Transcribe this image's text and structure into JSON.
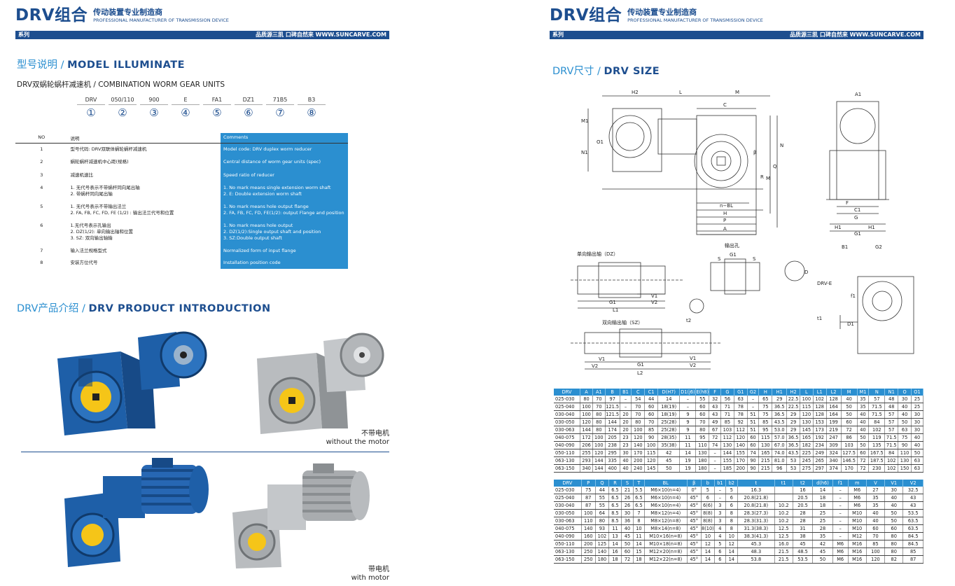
{
  "brand": {
    "logo_text": "DRV组合",
    "tagline_cn": "传动装置专业制造商",
    "tagline_en": "PROFESSIONAL MANUFACTURER OF TRANSMISSION DEVICE"
  },
  "band": {
    "series_label": "系列",
    "slogan": "品质源三凯 口碑自然来  WWW.SUNCARVE.COM"
  },
  "colors": {
    "brand_blue": "#1d4e8f",
    "accent_blue": "#2b8fd0"
  },
  "left": {
    "model_title_cn": "型号说明 / ",
    "model_title_en": "MODEL ILLUMINATE",
    "model_subtitle": "DRV双蜗轮蜗杆减速机 / COMBINATION WORM GEAR UNITS",
    "model_codes": [
      {
        "code": "DRV",
        "num": "①"
      },
      {
        "code": "050/110",
        "num": "②"
      },
      {
        "code": "900",
        "num": "③"
      },
      {
        "code": "E",
        "num": "④"
      },
      {
        "code": "FA1",
        "num": "⑤"
      },
      {
        "code": "DZ1",
        "num": "⑥"
      },
      {
        "code": "71B5",
        "num": "⑦"
      },
      {
        "code": "B3",
        "num": "⑧"
      }
    ],
    "model_table": {
      "headers": {
        "no": "NO",
        "cn": "说明",
        "en": "Comments"
      },
      "rows": [
        {
          "no": "1",
          "cn": [
            "型号代码: DRV双联体蜗轮蜗杆减速机"
          ],
          "en": [
            "Model code: DRV duplex worm reducer"
          ]
        },
        {
          "no": "2",
          "cn": [
            "蜗轮蜗杆减速机中心距(规格)"
          ],
          "en": [
            "Central distance of worm gear units (spec)"
          ]
        },
        {
          "no": "3",
          "cn": [
            "减速机速比"
          ],
          "en": [
            "Speed ratio of reducer"
          ]
        },
        {
          "no": "4",
          "cn": [
            "1. 无代号表示不带蜗杆同向尾出轴",
            "2. 带蜗杆同向尾出轴"
          ],
          "en": [
            "1. No mark means single extension worm shaft",
            "2. E: Double extension worm shaft"
          ]
        },
        {
          "no": "5",
          "cn": [
            "1. 无代号表示不带输出法兰",
            "2. FA, FB, FC, FD, FE (1/2) : 输出法兰代号和位置"
          ],
          "en": [
            "1. No mark means hole output flange",
            "2. FA, FB, FC, FD, FE(1/2): output Flange and position"
          ]
        },
        {
          "no": "6",
          "cn": [
            "1.无代号表示孔输出",
            "2. DZ(1/2): 单向输出轴和位置",
            "3. SZ: 双向输出轴输"
          ],
          "en": [
            "1. No mark means hole output",
            "2. DZ(1/2):Single output shaft and position",
            "3. SZ:Double output shaft"
          ]
        },
        {
          "no": "7",
          "cn": [
            "输入法兰规格型式"
          ],
          "en": [
            "Normalized form of input flange"
          ]
        },
        {
          "no": "8",
          "cn": [
            "安装方位代号"
          ],
          "en": [
            "Installation position code"
          ]
        }
      ]
    },
    "product_title_cn": "DRV产品介绍 / ",
    "product_title_en": "DRV PRODUCT INTRODUCTION",
    "caption_no_motor_cn": "不带电机",
    "caption_no_motor_en": "without the motor",
    "caption_motor_cn": "带电机",
    "caption_motor_en": "with motor"
  },
  "right": {
    "size_title_cn": "DRV尺寸 / ",
    "size_title_en": "DRV SIZE",
    "drawing_labels": {
      "single_shaft": "单向输出轴（DZ）",
      "output_hole": "输出孔",
      "double_shaft": "双向输出轴（SZ）",
      "drv_e": "DRV-E"
    },
    "table1": {
      "headers": [
        "DRV",
        "A",
        "A1",
        "B",
        "B1",
        "C",
        "C1",
        "D(H7)",
        "D1(j6)",
        "E(h8)",
        "F",
        "G",
        "G1",
        "G2",
        "H",
        "H1",
        "H2",
        "L",
        "L1",
        "L2",
        "M",
        "M1",
        "N",
        "N1",
        "O",
        "O1"
      ],
      "rows": [
        [
          "025-030",
          "80",
          "70",
          "97",
          "–",
          "54",
          "44",
          "14",
          "–",
          "55",
          "32",
          "56",
          "63",
          "–",
          "65",
          "29",
          "22.5",
          "100",
          "102",
          "128",
          "40",
          "35",
          "57",
          "48",
          "30",
          "25"
        ],
        [
          "025-040",
          "100",
          "70",
          "121.5",
          "–",
          "70",
          "60",
          "18(19)",
          "–",
          "60",
          "43",
          "71",
          "78",
          "–",
          "75",
          "36.5",
          "22.5",
          "115",
          "128",
          "164",
          "50",
          "35",
          "71.5",
          "48",
          "40",
          "25"
        ],
        [
          "030-040",
          "100",
          "80",
          "121.5",
          "20",
          "70",
          "60",
          "18(19)",
          "9",
          "60",
          "43",
          "71",
          "78",
          "51",
          "75",
          "36.5",
          "29",
          "120",
          "128",
          "164",
          "50",
          "40",
          "71.5",
          "57",
          "40",
          "30"
        ],
        [
          "030-050",
          "120",
          "80",
          "144",
          "20",
          "80",
          "70",
          "25(28)",
          "9",
          "70",
          "49",
          "85",
          "92",
          "51",
          "85",
          "43.5",
          "29",
          "130",
          "153",
          "199",
          "60",
          "40",
          "84",
          "57",
          "50",
          "30"
        ],
        [
          "030-063",
          "144",
          "80",
          "174",
          "20",
          "100",
          "85",
          "25(28)",
          "9",
          "80",
          "67",
          "103",
          "112",
          "51",
          "95",
          "53.0",
          "29",
          "145",
          "173",
          "219",
          "72",
          "40",
          "102",
          "57",
          "63",
          "30"
        ],
        [
          "040-075",
          "172",
          "100",
          "205",
          "23",
          "120",
          "90",
          "28(35)",
          "11",
          "95",
          "72",
          "112",
          "120",
          "60",
          "115",
          "57.0",
          "36.5",
          "165",
          "192",
          "247",
          "86",
          "50",
          "119",
          "71.5",
          "75",
          "40"
        ],
        [
          "040-090",
          "206",
          "100",
          "238",
          "23",
          "140",
          "100",
          "35(38)",
          "11",
          "110",
          "74",
          "130",
          "140",
          "60",
          "130",
          "67.0",
          "36.5",
          "182",
          "234",
          "309",
          "103",
          "50",
          "135",
          "71.5",
          "90",
          "40"
        ],
        [
          "050-110",
          "255",
          "120",
          "295",
          "30",
          "170",
          "115",
          "42",
          "14",
          "130",
          "–",
          "144",
          "155",
          "74",
          "165",
          "74.0",
          "43.5",
          "225",
          "249",
          "324",
          "127.5",
          "60",
          "167.5",
          "84",
          "110",
          "50"
        ],
        [
          "063-130",
          "293",
          "144",
          "335",
          "40",
          "200",
          "120",
          "45",
          "19",
          "180",
          "–",
          "155",
          "170",
          "90",
          "215",
          "81.0",
          "53",
          "245",
          "265",
          "340",
          "146.5",
          "72",
          "187.5",
          "102",
          "130",
          "63"
        ],
        [
          "063-150",
          "340",
          "144",
          "400",
          "40",
          "240",
          "145",
          "50",
          "19",
          "180",
          "–",
          "185",
          "200",
          "90",
          "215",
          "96",
          "53",
          "275",
          "297",
          "374",
          "170",
          "72",
          "230",
          "102",
          "150",
          "63"
        ]
      ]
    },
    "table2": {
      "headers": [
        "DRV",
        "P",
        "Q",
        "R",
        "S",
        "T",
        "BL",
        "β",
        "b",
        "b1",
        "b2",
        "t",
        "t1",
        "t2",
        "d(h6)",
        "f1",
        "m",
        "V",
        "V1",
        "V2"
      ],
      "rows": [
        [
          "025-030",
          "75",
          "44",
          "6.5",
          "21",
          "5.5",
          "M6×10(n=4)",
          "0°",
          "5",
          "–",
          "5",
          "16.3",
          "",
          "16",
          "14",
          "–",
          "M6",
          "27",
          "30",
          "32.5"
        ],
        [
          "025-040",
          "87",
          "55",
          "6.5",
          "26",
          "6.5",
          "M6×10(n=4)",
          "45°",
          "6",
          "–",
          "6",
          "20.8(21.8)",
          "",
          "20.5",
          "18",
          "–",
          "M6",
          "35",
          "40",
          "43"
        ],
        [
          "030-040",
          "87",
          "55",
          "6.5",
          "26",
          "6.5",
          "M6×10(n=4)",
          "45°",
          "6(6)",
          "3",
          "6",
          "20.8(21.8)",
          "10.2",
          "20.5",
          "18",
          "–",
          "M6",
          "35",
          "40",
          "43"
        ],
        [
          "030-050",
          "100",
          "64",
          "8.5",
          "30",
          "7",
          "M8×12(n=4)",
          "45°",
          "8(8)",
          "3",
          "8",
          "28.3(27.3)",
          "10.2",
          "28",
          "25",
          "–",
          "M10",
          "40",
          "50",
          "53.5"
        ],
        [
          "030-063",
          "110",
          "80",
          "8.5",
          "36",
          "8",
          "M8×12(n=8)",
          "45°",
          "8(8)",
          "3",
          "8",
          "28.3(31.3)",
          "10.2",
          "28",
          "25",
          "–",
          "M10",
          "40",
          "50",
          "63.5"
        ],
        [
          "040-075",
          "140",
          "93",
          "11",
          "40",
          "10",
          "M8×14(n=8)",
          "45°",
          "8(10)",
          "4",
          "8",
          "31.3(38.3)",
          "12.5",
          "31",
          "28",
          "–",
          "M10",
          "60",
          "60",
          "63.5"
        ],
        [
          "040-090",
          "160",
          "102",
          "13",
          "45",
          "11",
          "M10×16(n=8)",
          "45°",
          "10",
          "4",
          "10",
          "38.3(41.3)",
          "12.5",
          "38",
          "35",
          "–",
          "M12",
          "70",
          "80",
          "84.5"
        ],
        [
          "050-110",
          "200",
          "125",
          "14",
          "50",
          "14",
          "M10×18(n=8)",
          "45°",
          "12",
          "5",
          "12",
          "45.3",
          "16.0",
          "45",
          "42",
          "M6",
          "M16",
          "85",
          "80",
          "84.5"
        ],
        [
          "063-130",
          "250",
          "140",
          "16",
          "60",
          "15",
          "M12×20(n=8)",
          "45°",
          "14",
          "6",
          "14",
          "48.3",
          "21.5",
          "48.5",
          "45",
          "M6",
          "M16",
          "100",
          "80",
          "85"
        ],
        [
          "063-150",
          "250",
          "180",
          "18",
          "72",
          "18",
          "M12×22(n=8)",
          "45°",
          "14",
          "6",
          "14",
          "53.8",
          "21.5",
          "53.5",
          "50",
          "M6",
          "M16",
          "120",
          "82",
          "87"
        ]
      ]
    }
  }
}
